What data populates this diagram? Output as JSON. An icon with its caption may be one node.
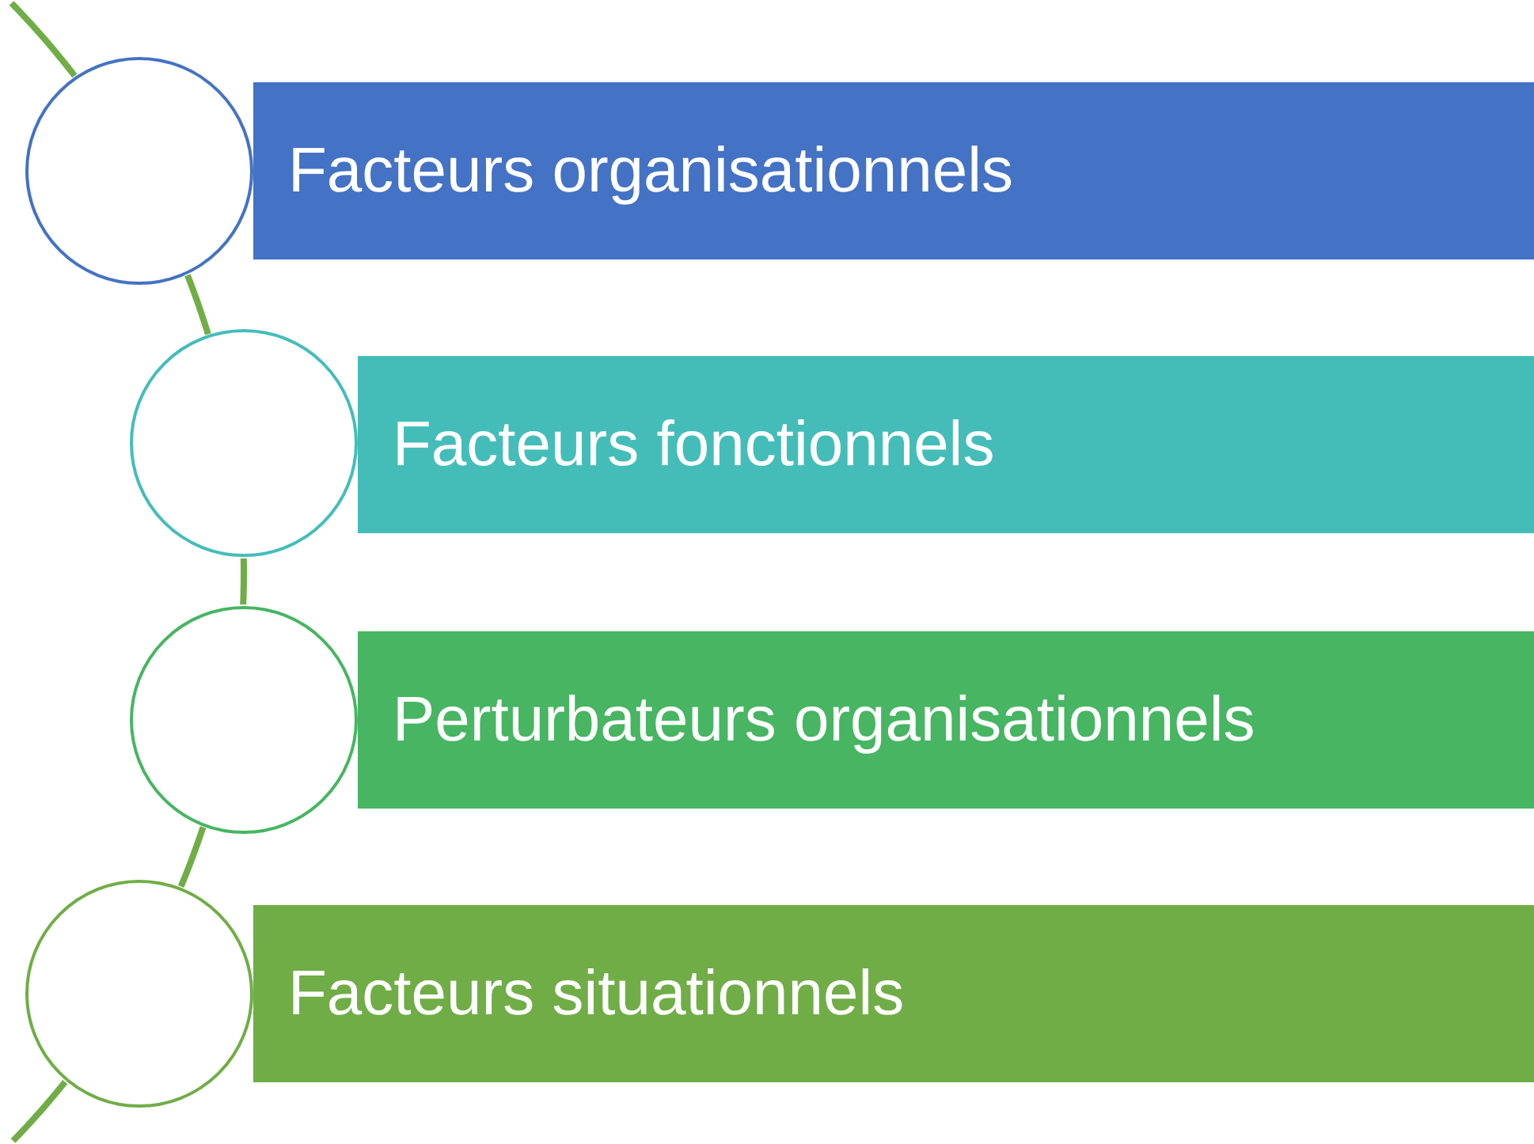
{
  "diagram": {
    "nodes": [
      {
        "text": [
          "Facteurs organisationnels"
        ]
      },
      {
        "text": [
          "Facteurs fonctionnels"
        ]
      },
      {
        "text": [
          "Perturbateurs organisationnels"
        ]
      },
      {
        "text": [
          "Facteurs situationnels"
        ]
      },
      {
        "text": [],
        "shape": "circle"
      },
      {
        "text": [],
        "shape": "circle"
      },
      {
        "text": [],
        "shape": "circle"
      },
      {
        "text": [],
        "shape": "circle"
      }
    ],
    "edges": [
      {
        "from": null,
        "to": 4,
        "arrow": "none"
      },
      {
        "from": 4,
        "to": 5,
        "arrow": "none"
      },
      {
        "from": 5,
        "to": 6,
        "arrow": "none"
      },
      {
        "from": 6,
        "to": 7,
        "arrow": "none"
      },
      {
        "from": 7,
        "to": null,
        "arrow": "none"
      }
    ]
  }
}
